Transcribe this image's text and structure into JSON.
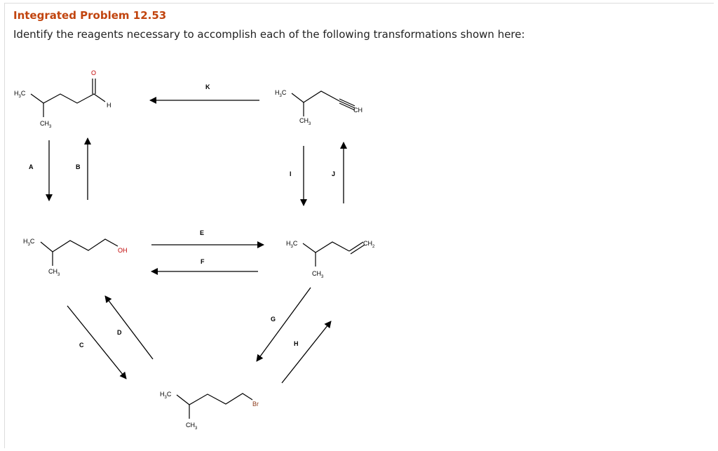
{
  "header": {
    "title": "Integrated Problem 12.53",
    "prompt": "Identify the reagents necessary to accomplish each of the following transformations shown here:"
  },
  "atoms": {
    "h3c": "H",
    "h3c_sub": "3",
    "h3c_c": "C",
    "ch3": "CH",
    "ch3_sub": "3",
    "ch2": "CH",
    "ch2_sub": "2",
    "h": "H",
    "o": "O",
    "oh": "OH",
    "ch": "CH",
    "br": "Br"
  },
  "reagent_labels": {
    "A": "A",
    "B": "B",
    "C": "C",
    "D": "D",
    "E": "E",
    "F": "F",
    "G": "G",
    "H": "H",
    "I": "I",
    "J": "J",
    "K": "K"
  },
  "colors": {
    "title": "#c1440e",
    "oxygen": "#c00000",
    "bromine": "#8b3a1a"
  }
}
